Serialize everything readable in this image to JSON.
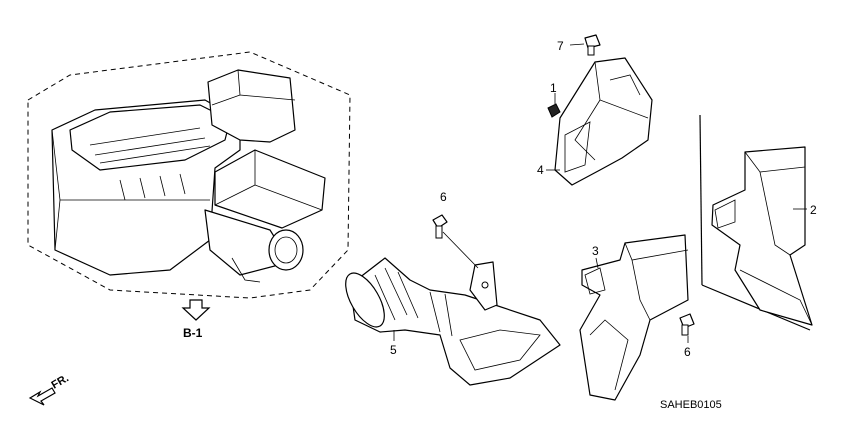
{
  "callouts": {
    "c1": "1",
    "c2": "2",
    "c3": "3",
    "c4": "4",
    "c5": "5",
    "c6a": "6",
    "c6b": "6",
    "c7": "7"
  },
  "reference_label": "B-1",
  "front_label": "FR.",
  "diagram_code": "SAHEB0105",
  "icons": {
    "direction_arrow": "down-outline-arrow-icon",
    "front_arrow": "front-direction-arrow-icon"
  }
}
